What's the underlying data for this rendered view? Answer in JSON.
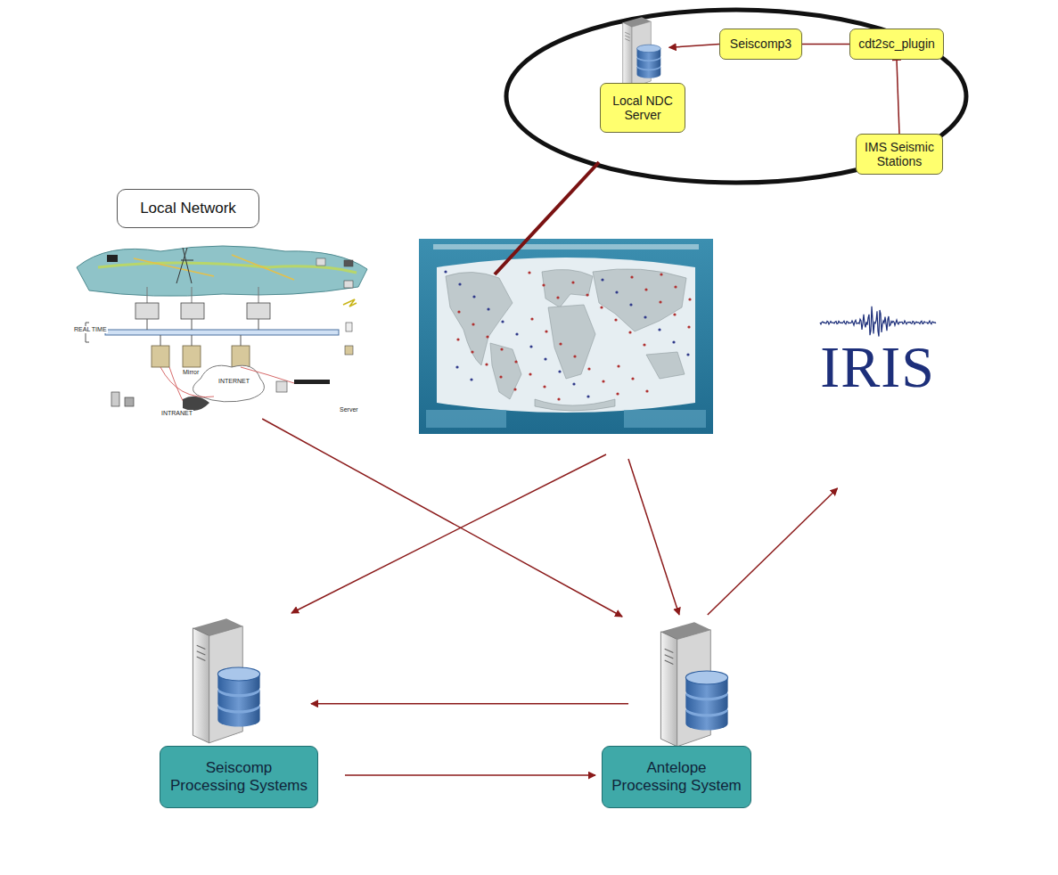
{
  "diagram": {
    "nodes": [
      {
        "text": [
          "Seiscomp3"
        ]
      },
      {
        "text": [
          "cdt2sc_plugin"
        ]
      },
      {
        "text": [
          "Local NDC Server"
        ]
      },
      {
        "text": [
          "IMS Seismic Stations"
        ]
      },
      {
        "text": [
          "Local Network"
        ]
      },
      {
        "text": [
          "IRIS"
        ]
      },
      {
        "text": [
          "Seiscomp Processing Systems"
        ]
      },
      {
        "text": [
          "Antelope Processing System"
        ]
      }
    ],
    "edges": [
      {
        "from": 0,
        "to": 2,
        "arrow": "to"
      },
      {
        "from": 1,
        "to": 0,
        "arrow": "none"
      },
      {
        "from": 1,
        "to": 3,
        "arrow": "none"
      },
      {
        "from": 4,
        "to": 7,
        "arrow": "to"
      },
      {
        "from": 7,
        "to": 5,
        "arrow": "to"
      },
      {
        "from": 7,
        "to": 6,
        "arrow": "to"
      },
      {
        "from": 6,
        "to": 7,
        "arrow": "to"
      }
    ],
    "labels": [
      "REAL TIME",
      "Mirror",
      "INTERNET",
      "INTRANET",
      "Server"
    ]
  }
}
